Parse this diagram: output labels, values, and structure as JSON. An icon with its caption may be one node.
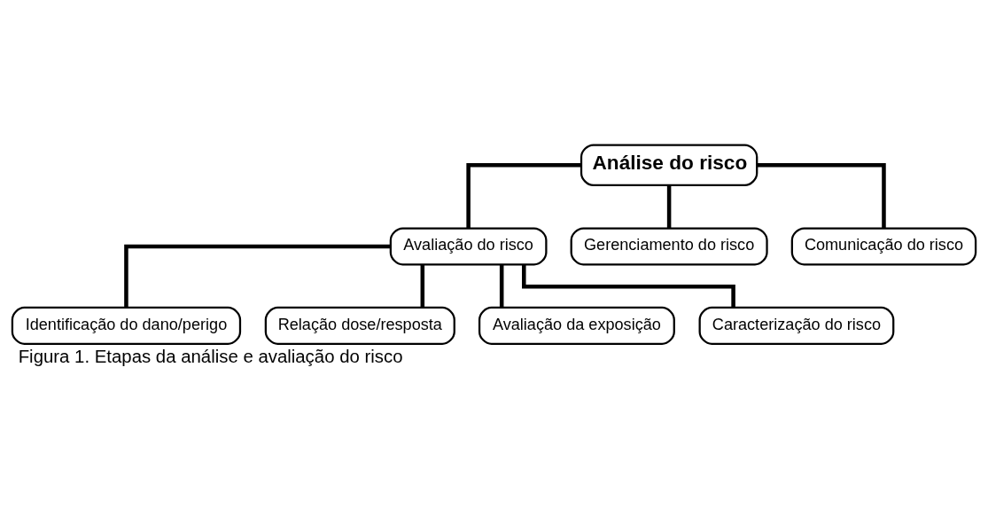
{
  "diagram": {
    "caption": "Figura 1. Etapas da análise e avaliação do risco",
    "nodes": [
      {
        "text": [
          "Análise do risco"
        ]
      },
      {
        "text": [
          "Avaliação do risco"
        ]
      },
      {
        "text": [
          "Gerenciamento do risco"
        ]
      },
      {
        "text": [
          "Comunicação do risco"
        ]
      },
      {
        "text": [
          "Identificação do dano/perigo"
        ]
      },
      {
        "text": [
          "Relação dose/resposta"
        ]
      },
      {
        "text": [
          "Avaliação da exposição"
        ]
      },
      {
        "text": [
          "Caracterização do risco"
        ]
      }
    ],
    "edges": [
      {
        "from": 0,
        "to": 1,
        "arrow": "none"
      },
      {
        "from": 0,
        "to": 2,
        "arrow": "none"
      },
      {
        "from": 0,
        "to": 3,
        "arrow": "none"
      },
      {
        "from": 1,
        "to": 4,
        "arrow": "none"
      },
      {
        "from": 1,
        "to": 5,
        "arrow": "none"
      },
      {
        "from": 1,
        "to": 6,
        "arrow": "none"
      },
      {
        "from": 1,
        "to": 7,
        "arrow": "none"
      }
    ]
  }
}
